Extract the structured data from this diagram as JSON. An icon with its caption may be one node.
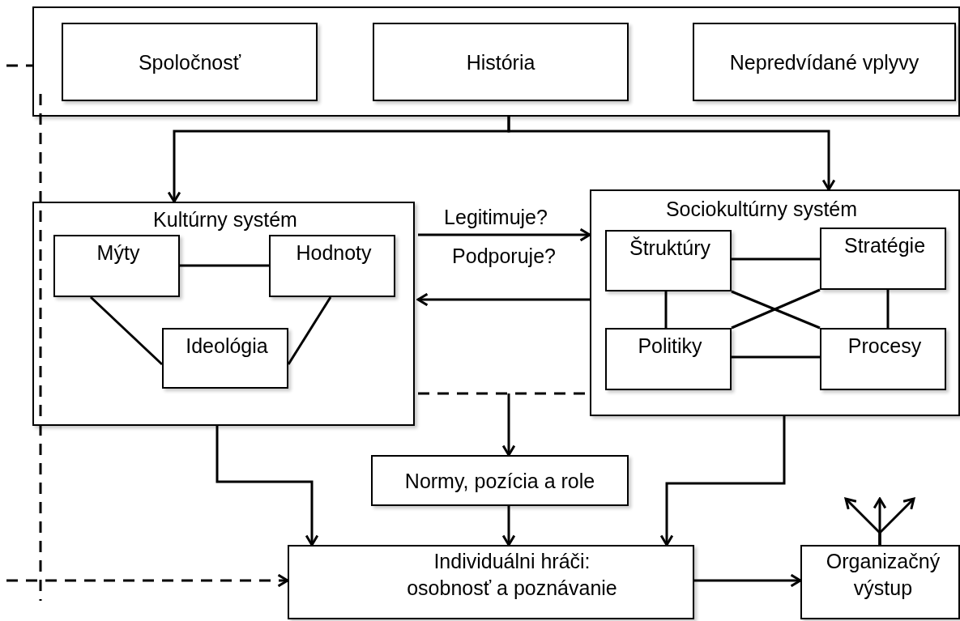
{
  "diagram": {
    "nodes": [
      {
        "text": [],
        "shape": "box"
      },
      {
        "text": [
          "Spoločnosť"
        ],
        "in": 0
      },
      {
        "text": [
          "História"
        ],
        "in": 0
      },
      {
        "text": [
          "Nepredvídané vplyvy"
        ],
        "in": 0
      },
      {
        "text": [
          "Kultúrny systém"
        ]
      },
      {
        "text": [
          "Mýty"
        ],
        "in": 4
      },
      {
        "text": [
          "Hodnoty"
        ],
        "in": 4
      },
      {
        "text": [
          "Ideológia"
        ],
        "in": 4
      },
      {
        "text": [
          "Sociokultúrny systém"
        ]
      },
      {
        "text": [
          "Štruktúry"
        ],
        "in": 8
      },
      {
        "text": [
          "Stratégie"
        ],
        "in": 8
      },
      {
        "text": [
          "Politiky"
        ],
        "in": 8
      },
      {
        "text": [
          "Procesy"
        ],
        "in": 8
      },
      {
        "text": [
          "Normy, pozícia a role"
        ]
      },
      {
        "text": [
          "Individuálni hráči: osobnosť a poznávanie"
        ]
      },
      {
        "text": [
          "Organizačný výstup"
        ]
      }
    ],
    "edges": [
      {
        "from": 0,
        "to": 4,
        "arrow": "to"
      },
      {
        "from": 0,
        "to": 8,
        "arrow": "to"
      },
      {
        "from": 4,
        "to": 8,
        "arrow": "to",
        "label": "Legitimuje?"
      },
      {
        "from": 8,
        "to": 4,
        "arrow": "to",
        "label": "Podporuje?"
      },
      {
        "from": 5,
        "to": 6,
        "arrow": "none"
      },
      {
        "from": 5,
        "to": 7,
        "arrow": "none"
      },
      {
        "from": 6,
        "to": 7,
        "arrow": "none"
      },
      {
        "from": 9,
        "to": 10,
        "arrow": "none"
      },
      {
        "from": 9,
        "to": 11,
        "arrow": "none"
      },
      {
        "from": 9,
        "to": 12,
        "arrow": "none"
      },
      {
        "from": 11,
        "to": 10,
        "arrow": "none"
      },
      {
        "from": 10,
        "to": 12,
        "arrow": "none"
      },
      {
        "from": 11,
        "to": 12,
        "arrow": "none"
      },
      {
        "from": 4,
        "to": 8,
        "arrow": "none",
        "style": "dashed"
      },
      {
        "from": null,
        "to": 13,
        "arrow": "to"
      },
      {
        "from": 4,
        "to": 14,
        "arrow": "to"
      },
      {
        "from": 13,
        "to": 14,
        "arrow": "to"
      },
      {
        "from": 8,
        "to": 14,
        "arrow": "to"
      },
      {
        "from": 14,
        "to": 15,
        "arrow": "to"
      },
      {
        "from": 15,
        "to": null,
        "arrow": "to"
      },
      {
        "from": 15,
        "to": null,
        "arrow": "to"
      },
      {
        "from": 15,
        "to": null,
        "arrow": "to"
      },
      {
        "from": null,
        "to": 0,
        "arrow": "none",
        "style": "dashed"
      },
      {
        "from": null,
        "to": 14,
        "arrow": "to",
        "style": "dashed"
      }
    ]
  }
}
